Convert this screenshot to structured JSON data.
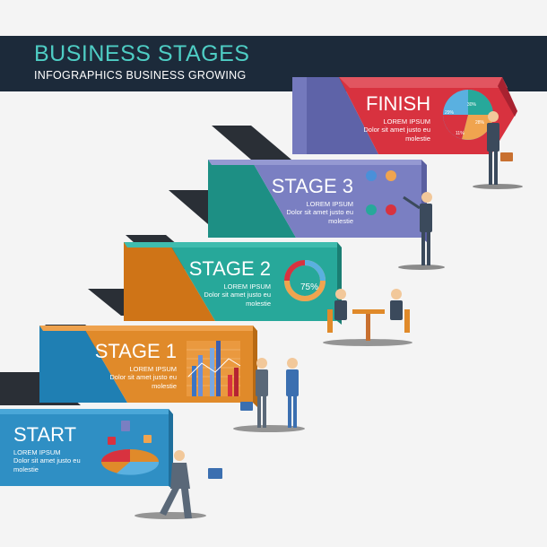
{
  "header": {
    "title": "BUSINESS STAGES",
    "subtitle": "INFOGRAPHICS BUSINESS GROWING"
  },
  "stages": {
    "start": {
      "title": "START",
      "lorem": "LOREM IPSUM",
      "body": "Dolor sit amet justo eu molestie",
      "color": "#2f8fc4"
    },
    "stage1": {
      "title": "STAGE 1",
      "lorem": "LOREM IPSUM",
      "body": "Dolor sit amet justo eu molestie",
      "color": "#e08a2a"
    },
    "stage2": {
      "title": "STAGE 2",
      "lorem": "LOREM IPSUM",
      "body": "Dolor sit amet justo eu molestie",
      "color": "#27a89a"
    },
    "stage3": {
      "title": "STAGE 3",
      "lorem": "LOREM IPSUM",
      "body": "Dolor sit amet justo eu molestie",
      "color": "#7a7fc2"
    },
    "finish": {
      "title": "FINISH",
      "lorem": "LOREM IPSUM",
      "body": "Dolor sit amet justo eu molestie",
      "color": "#d8323f"
    }
  },
  "donut_label": "75%",
  "pie_labels": [
    "29%",
    "30%",
    "11%",
    "28%"
  ]
}
